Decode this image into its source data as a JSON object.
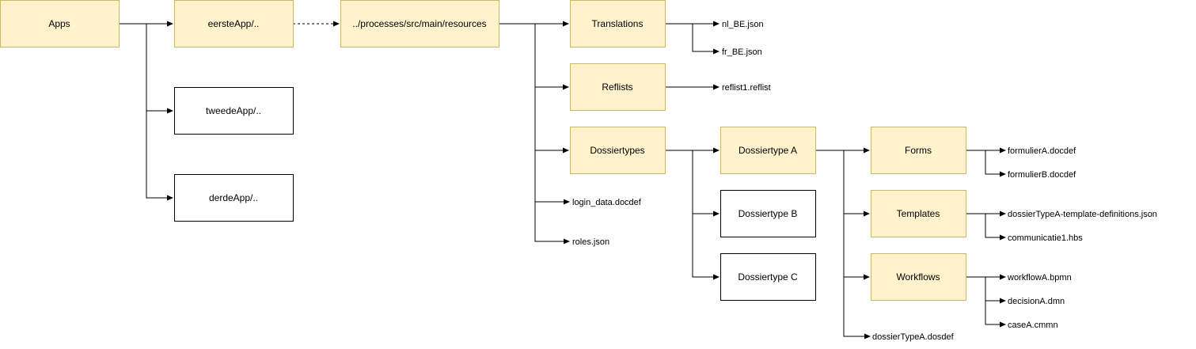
{
  "colors": {
    "highlight_fill": "#fff2cc",
    "highlight_stroke": "#d6b656",
    "line": "#000000"
  },
  "nodes": {
    "apps": "Apps",
    "eerste_app": "eersteApp/..",
    "tweede_app": "tweedeApp/..",
    "derde_app": "derdeApp/..",
    "resources": "../processes/src/main/resources",
    "translations": "Translations",
    "reflists": "Reflists",
    "dossiertypes": "Dossiertypes",
    "dossiertype_a": "Dossiertype A",
    "dossiertype_b": "Dossiertype B",
    "dossiertype_c": "Dossiertype C",
    "forms": "Forms",
    "templates": "Templates",
    "workflows": "Workflows"
  },
  "files": {
    "nl_be": "nl_BE.json",
    "fr_be": "fr_BE.json",
    "reflist1": "reflist1.reflist",
    "login_data": "login_data.docdef",
    "roles": "roles.json",
    "formulier_a": "formulierA.docdef",
    "formulier_b": "formulierB.docdef",
    "template_defs": "dossierTypeA-template-definitions.json",
    "communicatie1": "communicatie1.hbs",
    "workflow_a": "workflowA.bpmn",
    "decision_a": "decisionA.dmn",
    "case_a": "caseA.cmmn",
    "dossiertype_a_def": "dossierTypeA.dosdef"
  }
}
